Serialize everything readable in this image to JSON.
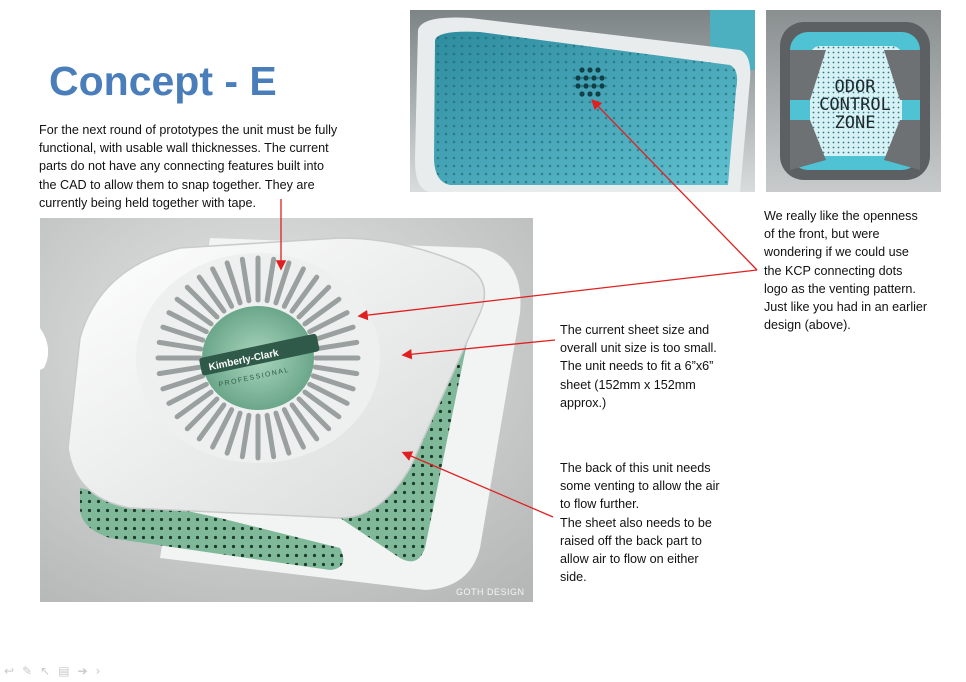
{
  "slide": {
    "title": "Concept - E",
    "intro_lines": [
      "For the next round of prototypes the unit must be fully",
      "functional, with usable wall thicknesses.  The current",
      "parts do not have any connecting features built into",
      "the CAD to allow them to snap together.  They are",
      "currently being held together with tape."
    ],
    "front_note_lines": [
      "We really like the openness",
      "of the front, but were",
      "wondering if we could use",
      "the KCP connecting dots",
      "logo as the venting pattern.",
      "Just like you had in an earlier",
      "design (above)."
    ],
    "size_note_lines": [
      "The current sheet size and",
      "overall unit size is too small.",
      "The unit needs to fit a 6”x6”",
      "sheet (152mm x 152mm",
      "approx.)"
    ],
    "back_note_lines": [
      "The back of this unit needs",
      "some venting to allow the air",
      "to flow further.",
      "The sheet also needs to be",
      "raised off the back part to",
      "allow air to flow on either",
      "side."
    ]
  },
  "images": {
    "logo_panel_text": [
      "ODOR",
      "CONTROL",
      "ZONE"
    ],
    "brand_badge": "Kimberly-Clark",
    "brand_sub": "PROFESSIONAL",
    "watermark": "GOTH DESIGN"
  },
  "colors": {
    "title": "#4a7ebb",
    "arrow": "#e02020",
    "accent_teal": "#4fb8c8",
    "mesh_green": "#7fb99a"
  },
  "toolbar": {
    "icons": [
      "back-arrow-icon",
      "pen-icon",
      "pointer-icon",
      "notes-icon",
      "forward-arrow-icon",
      "next-chevron-icon"
    ],
    "glyphs": [
      "↩",
      "✎",
      "↖",
      "▤",
      "➔",
      "›"
    ]
  }
}
